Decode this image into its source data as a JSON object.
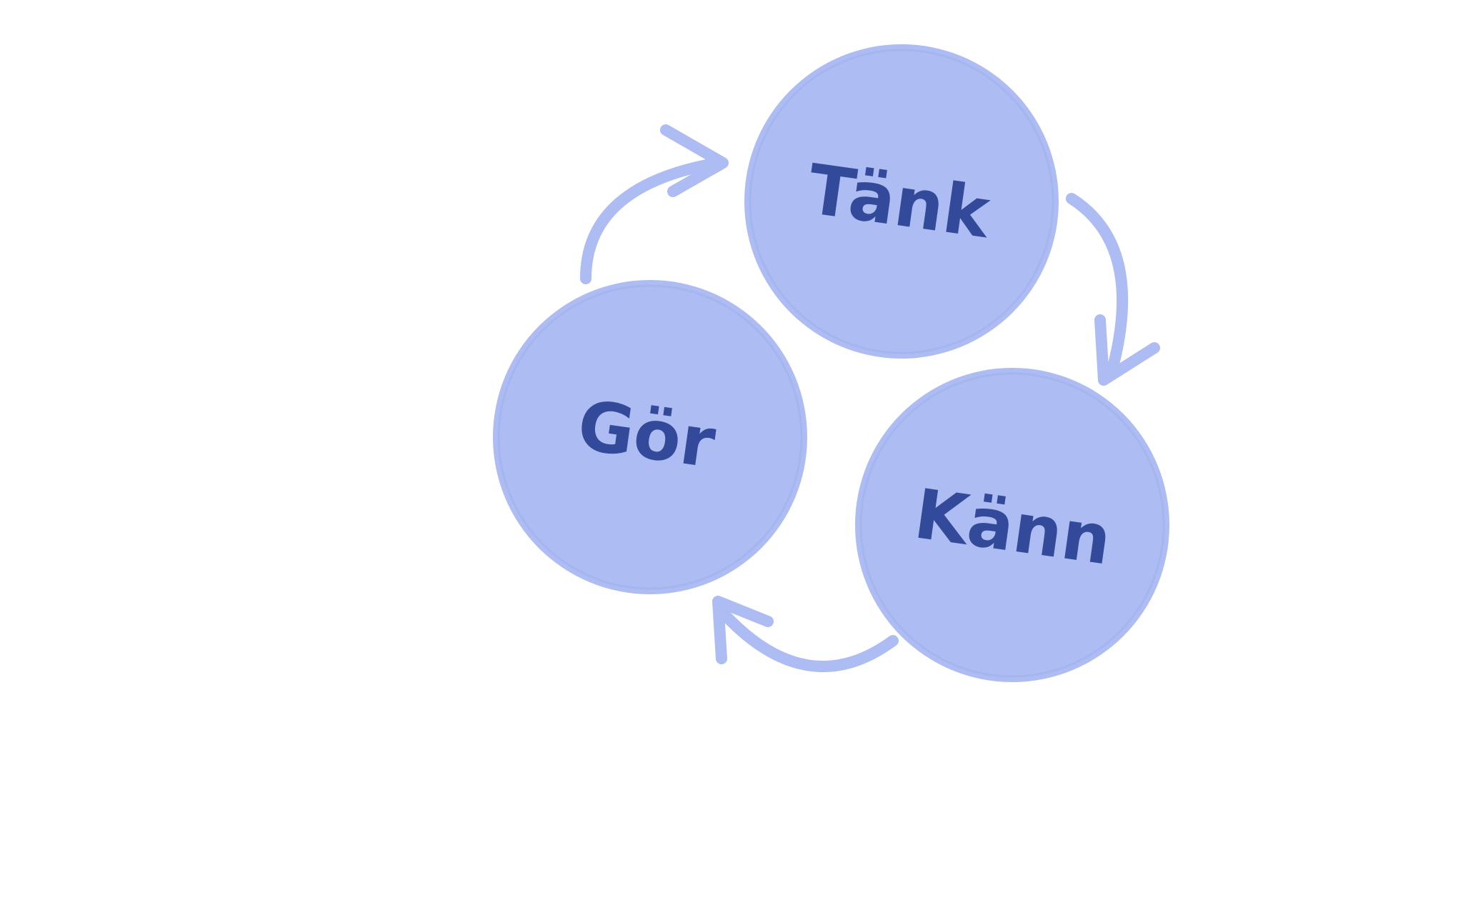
{
  "colors": {
    "background": "#ffffff",
    "circle_fill": "#adbcf2",
    "circle_edge": "#9fb0ee",
    "arrow": "#adbcf2",
    "label_text": "#33499a"
  },
  "nodes": [
    {
      "id": "tank",
      "label": "Tänk"
    },
    {
      "id": "kann",
      "label": "Känn"
    },
    {
      "id": "gor",
      "label": "Gör"
    }
  ],
  "cycle": {
    "direction": "clockwise",
    "edges": [
      {
        "from": "tank",
        "to": "kann"
      },
      {
        "from": "kann",
        "to": "gor"
      },
      {
        "from": "gor",
        "to": "tank"
      }
    ]
  }
}
